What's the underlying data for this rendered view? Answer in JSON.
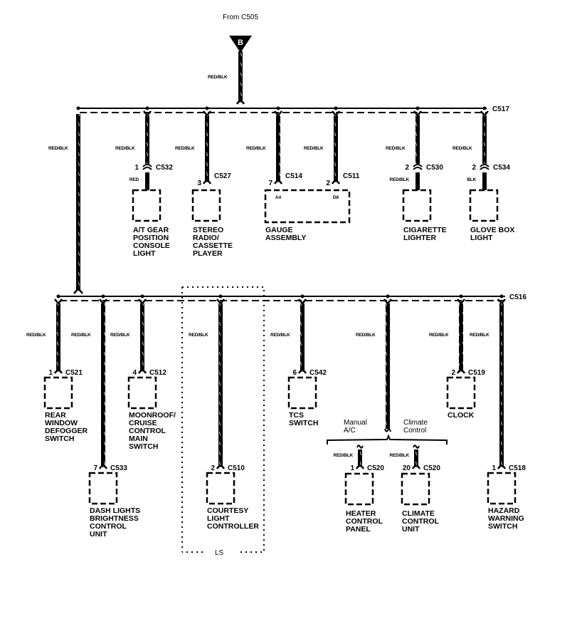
{
  "source": {
    "label": "From C505",
    "terminal": "B",
    "wire_color": "RED/BLK"
  },
  "bus_upper": {
    "connector": "C517",
    "trunk_wire_color": "RED/BLK",
    "branches": [
      {
        "wire_color": "RED/BLK",
        "pin": "1",
        "connector": "C532",
        "inline_connector": true,
        "after_wire_color": "RED",
        "component": [
          "A/T GEAR",
          "POSITION",
          "CONSOLE",
          "LIGHT"
        ]
      },
      {
        "wire_color": "RED/BLK",
        "pin": "3",
        "connector": "C527",
        "inline_connector": false,
        "component": [
          "STEREO",
          "RADIO/",
          "CASSETTE",
          "PLAYER"
        ]
      },
      {
        "wire_color": "RED/BLK",
        "pin": "7",
        "connector": "C514",
        "inline_connector": false,
        "terminal": "A4",
        "component_ref": "gauge"
      },
      {
        "wire_color": "RED/BLK",
        "pin": "2",
        "connector": "C511",
        "inline_connector": false,
        "terminal": "D8",
        "component_ref": "gauge"
      },
      {
        "wire_color": "RED/BLK",
        "pin": "2",
        "connector": "C530",
        "inline_connector": true,
        "after_wire_color": "RED/BLK",
        "component": [
          "CIGARETTE",
          "LIGHTER"
        ]
      },
      {
        "wire_color": "RED/BLK",
        "pin": "2",
        "connector": "C534",
        "inline_connector": true,
        "after_wire_color": "BLK",
        "component": [
          "GLOVE BOX",
          "LIGHT"
        ]
      }
    ],
    "gauge_component": [
      "GAUGE",
      "ASSEMBLY"
    ]
  },
  "bus_lower": {
    "connector": "C516",
    "branches": [
      {
        "wire_color": "RED/BLK",
        "pin": "1",
        "connector": "C521",
        "component": [
          "REAR",
          "WINDOW",
          "DEFOGGER",
          "SWITCH"
        ]
      },
      {
        "wire_color": "RED/BLK",
        "pin": "7",
        "connector": "C533",
        "component": [
          "DASH LIGHTS",
          "BRIGHTNESS",
          "CONTROL",
          "UNIT"
        ]
      },
      {
        "wire_color": "RED/BLK",
        "pin": "4",
        "connector": "C512",
        "component": [
          "MOONROOF/",
          "CRUISE",
          "CONTROL",
          "MAIN",
          "SWITCH"
        ]
      },
      {
        "wire_color": "RED/BLK",
        "pin": "2",
        "connector": "C510",
        "component": [
          "COURTESY",
          "LIGHT",
          "CONTROLLER"
        ]
      },
      {
        "wire_color": "RED/BLK",
        "pin": "6",
        "connector": "C542",
        "component": [
          "TCS",
          "SWITCH"
        ]
      },
      {
        "wire_color": "RED/BLK",
        "split": {
          "options": [
            {
              "label": [
                "Manual",
                "A/C"
              ],
              "wire_color": "RED/BLK",
              "pin": "1",
              "connector": "C520",
              "component": [
                "HEATER",
                "CONTROL",
                "PANEL"
              ]
            },
            {
              "label": [
                "Climate",
                "Control"
              ],
              "wire_color": "RED/BLK",
              "pin": "20",
              "connector": "C520",
              "component": [
                "CLIMATE",
                "CONTROL",
                "UNIT"
              ]
            }
          ]
        }
      },
      {
        "wire_color": "RED/BLK",
        "pin": "2",
        "connector": "C519",
        "component": [
          "CLOCK"
        ]
      },
      {
        "wire_color": "RED/BLK",
        "pin": "1",
        "connector": "C518",
        "component": [
          "HAZARD",
          "WARNING",
          "SWITCH"
        ]
      }
    ]
  },
  "option_box": {
    "label": "LS"
  }
}
